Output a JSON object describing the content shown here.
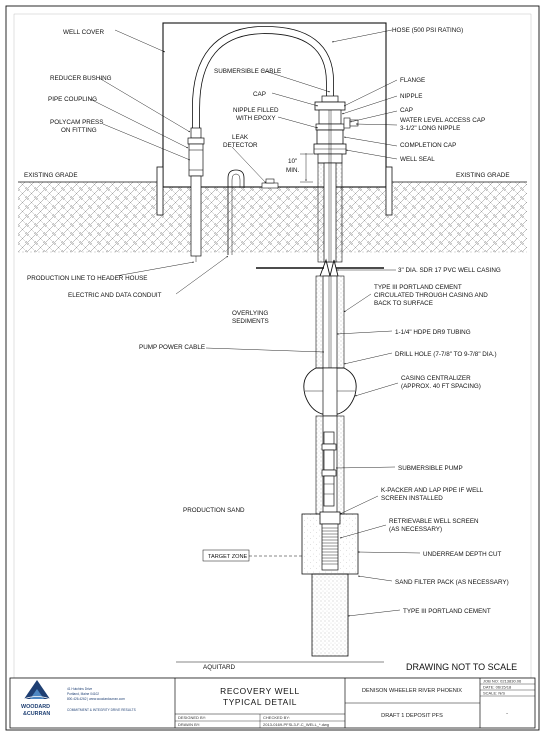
{
  "labels": {
    "well_cover": "WELL COVER",
    "hose": "HOSE (500 PSI RATING)",
    "reducer_bushing": "REDUCER BUSHING",
    "pipe_coupling": "PIPE COUPLING",
    "polycam_1": "POLYCAM PRESS",
    "polycam_2": "ON FITTING",
    "existing_grade_left": "EXISTING GRADE",
    "existing_grade_right": "EXISTING GRADE",
    "submersible_cable": "SUBMERSIBLE CABLE",
    "cap_left": "CAP",
    "nipple_filled_1": "NIPPLE FILLED",
    "nipple_filled_2": "WITH EPOXY",
    "leak_detector_1": "LEAK",
    "leak_detector_2": "DETECTOR",
    "min_dim_1": "10\"",
    "min_dim_2": "MIN.",
    "flange": "FLANGE",
    "nipple": "NIPPLE",
    "cap_right": "CAP",
    "water_level_cap": "WATER LEVEL ACCESS CAP",
    "long_nipple": "3-1/2\" LONG NIPPLE",
    "completion_cap": "COMPLETION CAP",
    "well_seal": "WELL SEAL",
    "production_line": "PRODUCTION LINE TO HEADER HOUSE",
    "electric_conduit": "ELECTRIC AND DATA CONDUIT",
    "pvc_casing": "3\" DIA. SDR 17 PVC WELL CASING",
    "cement_1": "TYPE III PORTLAND CEMENT",
    "cement_2": "CIRCULATED THROUGH CASING AND",
    "cement_3": "BACK TO SURFACE",
    "overlying_1": "OVERLYING",
    "overlying_2": "SEDIMENTS",
    "tubing": "1-1/4\" HDPE DR9 TUBING",
    "pump_power_cable": "PUMP POWER CABLE",
    "drill_hole": "DRILL HOLE (7-7/8\" TO 9-7/8\" DIA.)",
    "centralizer_1": "CASING CENTRALIZER",
    "centralizer_2": "(APPROX. 40 FT SPACING)",
    "submersible_pump": "SUBMERSIBLE PUMP",
    "kpacker_1": "K-PACKER AND LAP PIPE IF WELL",
    "kpacker_2": "SCREEN INSTALLED",
    "production_sand": "PRODUCTION SAND",
    "screen_1": "RETRIEVABLE WELL SCREEN",
    "screen_2": "(AS NECESSARY)",
    "underream": "UNDERREAM DEPTH CUT",
    "target_zone": "TARGET ZONE",
    "sand_filter": "SAND FILTER PACK (AS NECESSARY)",
    "cement_bottom": "TYPE III PORTLAND CEMENT",
    "aquitard": "AQUITARD",
    "not_to_scale": "DRAWING NOT TO SCALE"
  },
  "title_block": {
    "title_1": "RECOVERY WELL",
    "title_2": "TYPICAL DETAIL",
    "project": "DENISON WHEELER RIVER PHOENIX",
    "subtitle": "DRAFT 1 DEPOSIT PFS",
    "designed_by": "DESIGNED BY:",
    "checked_by": "CHECKED BY:",
    "drawn_by": "DRAWN BY:",
    "file_name": "2013-0169-PFSL3-F-C_WELL_*.dwg",
    "job_no": "JOB NO: 0213830.06",
    "date": "DATE: 06/15/18",
    "scale": "SCALE: N/S",
    "sheet": "-",
    "company_1": "WOODARD",
    "company_2": "&CURRAN",
    "address_1": "41 Hutchins Drive",
    "address_2": "Portland, Maine 04102",
    "phone": "800.426.4262 | www.woodardcurran.com",
    "tagline": "COMMITMENT & INTEGRITY DRIVE RESULTS"
  },
  "colors": {
    "line": "#111111",
    "logo_blue": "#1e3f73",
    "logo_light": "#4d87c2"
  }
}
